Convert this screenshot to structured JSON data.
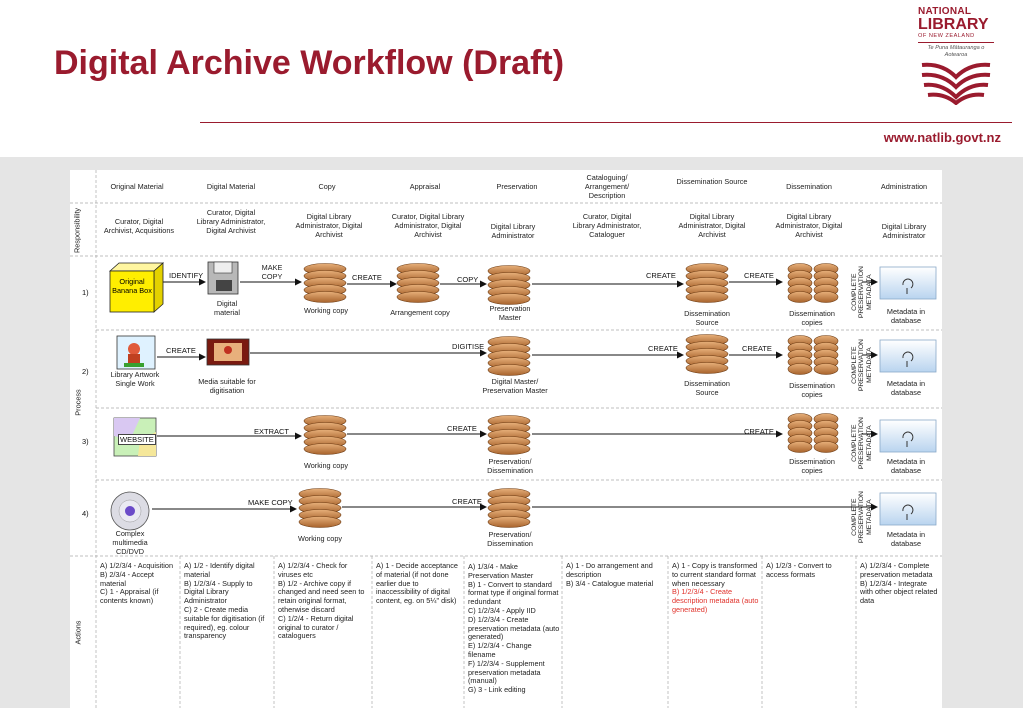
{
  "title": "Digital Archive Workflow (Draft)",
  "website": "www.natlib.govt.nz",
  "logo": {
    "line1": "NATIONAL",
    "line2": "LIBRARY",
    "line3": "OF NEW ZEALAND",
    "line4": "Te Puna Mātauranga o Aotearoa"
  },
  "side_labels": {
    "responsibility": "Responsibility",
    "process": "Process",
    "actions": "Actions"
  },
  "columns": [
    {
      "header": "Original Material",
      "responsibility": "Curator, Digital Archivist, Acquisitions"
    },
    {
      "header": "Digital Material",
      "responsibility": "Curator, Digital Library Administrator, Digital Archivist"
    },
    {
      "header": "Copy",
      "responsibility": "Digital Library Administrator, Digital Archivist"
    },
    {
      "header": "Appraisal",
      "responsibility": "Curator, Digital Library Administrator, Digital Archivist"
    },
    {
      "header": "Preservation",
      "responsibility": "Digital Library Administrator"
    },
    {
      "header": "Cataloguing/ Arrangement/ Description",
      "responsibility": "Curator, Digital Library Administrator, Cataloguer"
    },
    {
      "header": "Dissemination Source",
      "responsibility": "Digital Library Administrator, Digital Archivist"
    },
    {
      "header": "Dissemination",
      "responsibility": "Digital Library Administrator, Digital Archivist"
    },
    {
      "header": "Administration",
      "responsibility": "Digital Library Administrator"
    }
  ],
  "rows": [
    {
      "num": "1)",
      "box_text": "Original Banana Box",
      "labels": {
        "identify": "IDENTIFY",
        "make_copy": "MAKE COPY",
        "create1": "CREATE",
        "copy": "COPY",
        "create2": "CREATE",
        "create3": "CREATE",
        "complete": "COMPLETE PRESERVATION METADATA"
      },
      "captions": {
        "digital": "Digital material",
        "working": "Working copy",
        "arrangement": "Arrangement copy",
        "master": "Preservation Master",
        "dis_source": "Dissemination Source",
        "dis_copies": "Dissemination copies",
        "metadata": "Metadata in database"
      }
    },
    {
      "num": "2)",
      "labels": {
        "create1": "CREATE",
        "digitise": "DIGITISE",
        "create2": "CREATE",
        "create3": "CREATE",
        "complete": "COMPLETE PRESERVATION METADATA"
      },
      "captions": {
        "artwork": "Library Artwork Single Work",
        "media": "Media suitable for digitisation",
        "master": "Digital Master/ Preservation Master",
        "dis_source": "Dissemination Source",
        "dis_copies": "Dissemination copies",
        "metadata": "Metadata in database"
      }
    },
    {
      "num": "3)",
      "website": "WEBSITE",
      "labels": {
        "extract": "EXTRACT",
        "create1": "CREATE",
        "create2": "CREATE",
        "complete": "COMPLETE PRESERVATION METADATA"
      },
      "captions": {
        "working": "Working copy",
        "pres_dis": "Preservation/ Dissemination",
        "dis_copies": "Dissemination copies",
        "metadata": "Metadata in database"
      }
    },
    {
      "num": "4)",
      "labels": {
        "make_copy": "MAKE COPY",
        "create1": "CREATE",
        "complete": "COMPLETE PRESERVATION METADATA"
      },
      "captions": {
        "cd": "Complex multimedia CD/DVD",
        "working": "Working copy",
        "pres_dis": "Preservation/ Dissemination",
        "metadata": "Metadata in database"
      }
    }
  ],
  "actions": [
    {
      "text": "A) 1/2/3/4 - Acquisition\nB) 2/3/4 - Accept material\nC) 1 - Appraisal (if contents known)"
    },
    {
      "text": "A) 1/2 - Identify digital material\nB) 1/2/3/4 - Supply to Digital Library Administrator\nC) 2 - Create media suitable for digitisation (if required), eg. colour transparency"
    },
    {
      "text": "A) 1/2/3/4 - Check for viruses etc\nB) 1/2 - Archive copy if changed and need seen to retain original format, otherwise discard\nC) 1/2/4 - Return digital original to curator / cataloguers"
    },
    {
      "text": "A) 1 - Decide acceptance of material (if not done earlier due to inaccessibility of digital content, eg. on 5¼\" disk)"
    },
    {
      "text": "A) 1/3/4 - Make Preservation Master\nB) 1 - Convert to standard format type if original format redundant\nC) 1/2/3/4 - Apply IID\nD) 1/2/3/4 - Create preservation metadata (auto generated)\nE) 1/2/3/4 - Change filename\nF) 1/2/3/4 - Supplement preservation metadata (manual)\nG) 3 - Link editing"
    },
    {
      "text": "A) 1 - Do arrangement and description\nB) 3/4 - Catalogue material"
    },
    {
      "text": "A) 1 - Copy is transformed to current standard format when necessary",
      "red": "B) 1/2/3/4 - Create description metadata (auto generated)"
    },
    {
      "text": "A) 1/2/3 - Convert to access formats"
    },
    {
      "text": "A) 1/2/3/4 - Complete preservation metadata\nB) 1/2/3/4 - Integrate with other object related data"
    }
  ]
}
